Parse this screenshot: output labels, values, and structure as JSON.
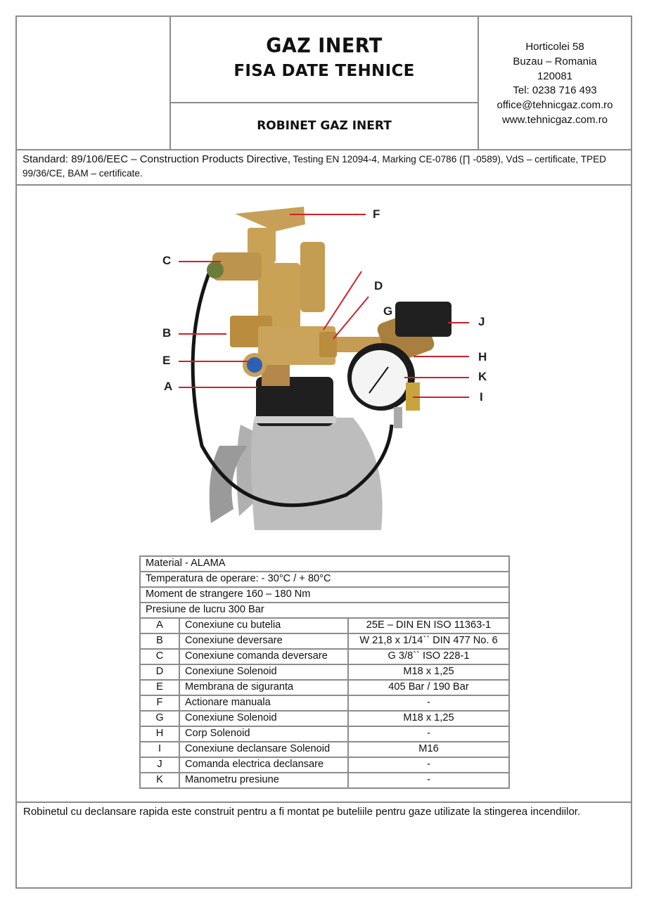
{
  "header": {
    "title_line1": "GAZ INERT",
    "title_line2": "FISA DATE TEHNICE",
    "subtitle": "ROBINET GAZ INERT",
    "address": {
      "street": "Horticolei 58",
      "city": "Buzau – Romania",
      "postal_code": "120081",
      "phone": "Tel: 0238 716 493",
      "email": "office@tehnicgaz.com.ro",
      "website": "www.tehnicgaz.com.ro"
    }
  },
  "standard": {
    "part1": "Standard: 89/106/EEC – Construction Products Directive,",
    "part2": " Testing EN 12094-4, Marking CE-0786 (∏ -0589), VdS – certificate, TPED 99/36/CE, BAM – certificate."
  },
  "photo": {
    "description": "Inert gas cylinder valve with solenoid, pressure gauge and discharge hose",
    "callouts": [
      "A",
      "B",
      "C",
      "D",
      "E",
      "F",
      "G",
      "H",
      "I",
      "J",
      "K"
    ],
    "colors": {
      "brass": "#c9a255",
      "callout_line": "#d0202a",
      "cylinder": "#b8b8b8",
      "hose": "#1a1a1a",
      "membrane": "#2f5fb3"
    }
  },
  "specs": {
    "general": [
      "Material - ALAMA",
      "Temperatura de operare: - 30°C / + 80°C",
      "Moment de strangere 160 – 180 Nm",
      "Presiune de lucru 300 Bar"
    ],
    "parts": [
      {
        "code": "A",
        "name": "Conexiune cu butelia",
        "value": "25E – DIN EN ISO 11363-1"
      },
      {
        "code": "B",
        "name": "Conexiune deversare",
        "value": "W 21,8 x 1/14`` DIN 477 No. 6"
      },
      {
        "code": "C",
        "name": "Conexiune comanda deversare",
        "value": "G 3/8`` ISO 228-1"
      },
      {
        "code": "D",
        "name": "Conexiune Solenoid",
        "value": "M18 x 1,25"
      },
      {
        "code": "E",
        "name": "Membrana de siguranta",
        "value": "405 Bar / 190 Bar"
      },
      {
        "code": "F",
        "name": "Actionare manuala",
        "value": "-"
      },
      {
        "code": "G",
        "name": "Conexiune Solenoid",
        "value": "M18 x 1,25"
      },
      {
        "code": "H",
        "name": "Corp Solenoid",
        "value": "-"
      },
      {
        "code": "I",
        "name": "Conexiune declansare Solenoid",
        "value": "M16"
      },
      {
        "code": "J",
        "name": "Comanda electrica declansare",
        "value": "-"
      },
      {
        "code": "K",
        "name": "Manometru presiune",
        "value": "-"
      }
    ]
  },
  "footer": {
    "description": "Robinetul cu declansare rapida este construit pentru a fi montat pe buteliile pentru gaze utilizate la stingerea incendiilor."
  }
}
